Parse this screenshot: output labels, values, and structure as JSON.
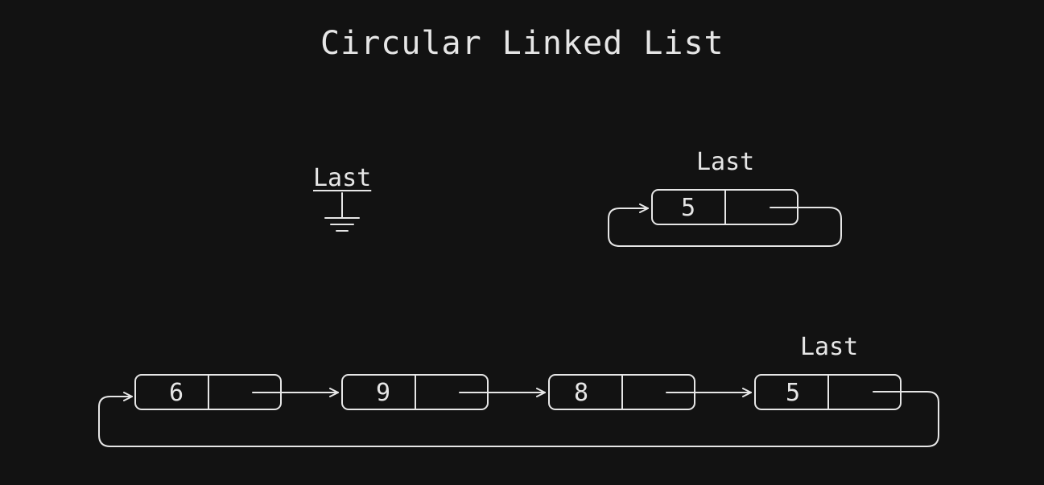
{
  "title": "Circular Linked List",
  "empty_list": {
    "pointer_label": "Last"
  },
  "single_node_list": {
    "pointer_label": "Last",
    "nodes": [
      "5"
    ]
  },
  "multi_node_list": {
    "pointer_label": "Last",
    "nodes": [
      "6",
      "9",
      "8",
      "5"
    ]
  },
  "colors": {
    "background": "#121212",
    "stroke": "#e6e6e6"
  }
}
